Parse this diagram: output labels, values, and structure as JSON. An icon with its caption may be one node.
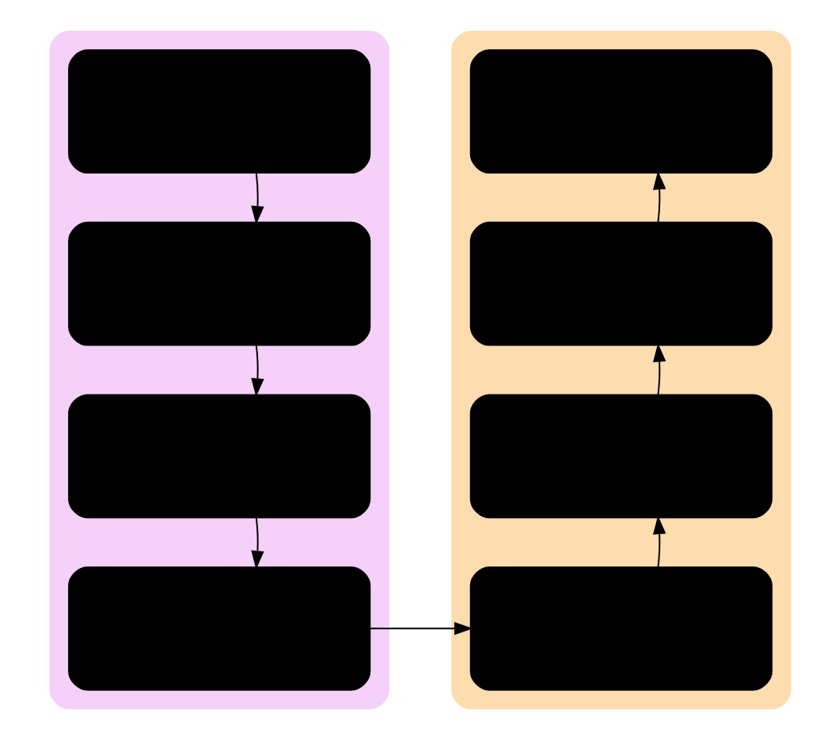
{
  "diagram": {
    "nodes": [
      {
        "text": [],
        "shape": "box"
      },
      {
        "text": [],
        "shape": "box",
        "in": 0
      },
      {
        "text": [],
        "shape": "box",
        "in": 0
      },
      {
        "text": [],
        "shape": "box",
        "in": 0
      },
      {
        "text": [],
        "shape": "box",
        "in": 0
      },
      {
        "text": [],
        "shape": "box"
      },
      {
        "text": [],
        "shape": "box",
        "in": 5
      },
      {
        "text": [],
        "shape": "box",
        "in": 5
      },
      {
        "text": [],
        "shape": "box",
        "in": 5
      },
      {
        "text": [],
        "shape": "box",
        "in": 5
      }
    ],
    "edges": [
      {
        "from": 1,
        "to": 2,
        "arrow": "to"
      },
      {
        "from": 2,
        "to": 3,
        "arrow": "to"
      },
      {
        "from": 3,
        "to": 4,
        "arrow": "to"
      },
      {
        "from": 4,
        "to": 9,
        "arrow": "to"
      },
      {
        "from": 9,
        "to": 8,
        "arrow": "to"
      },
      {
        "from": 8,
        "to": 7,
        "arrow": "to"
      },
      {
        "from": 7,
        "to": 6,
        "arrow": "to"
      }
    ]
  }
}
